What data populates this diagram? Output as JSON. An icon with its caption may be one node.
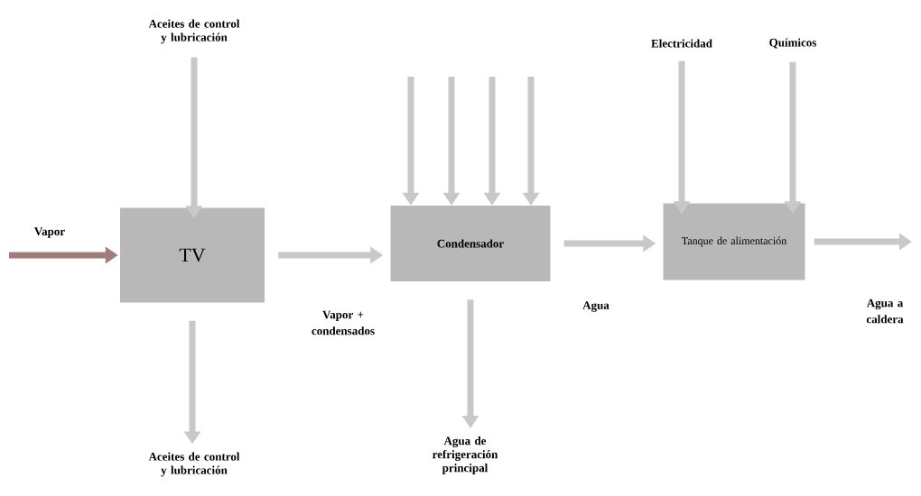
{
  "diagram": {
    "nodes": [
      {
        "text": [
          "TV"
        ]
      },
      {
        "text": [
          "Condensador"
        ]
      },
      {
        "text": [
          "Tanque de alimentación"
        ]
      },
      {
        "text": [
          "Aceites de control y lubricación"
        ]
      },
      {
        "text": [
          "Aceites de control y lubricación"
        ]
      },
      {
        "text": [
          "Agua de refrigeración principal"
        ]
      },
      {
        "text": [
          "Electricidad"
        ]
      },
      {
        "text": [
          "Químicos"
        ]
      }
    ],
    "edges": [
      {
        "from": null,
        "to": 0,
        "arrow": "to",
        "label": "Vapor",
        "color": "#a07c7c"
      },
      {
        "from": 3,
        "to": 0,
        "arrow": "to"
      },
      {
        "from": 0,
        "to": 4,
        "arrow": "to"
      },
      {
        "from": 0,
        "to": 1,
        "arrow": "to",
        "label": "Vapor + condensados"
      },
      {
        "from": null,
        "to": 1,
        "arrow": "to"
      },
      {
        "from": null,
        "to": 1,
        "arrow": "to"
      },
      {
        "from": null,
        "to": 1,
        "arrow": "to"
      },
      {
        "from": null,
        "to": 1,
        "arrow": "to"
      },
      {
        "from": 1,
        "to": 5,
        "arrow": "to"
      },
      {
        "from": 1,
        "to": 2,
        "arrow": "to",
        "label": "Agua"
      },
      {
        "from": 6,
        "to": 2,
        "arrow": "to"
      },
      {
        "from": 7,
        "to": 2,
        "arrow": "to"
      },
      {
        "from": 2,
        "to": null,
        "arrow": "to",
        "label": "Agua a caldera"
      }
    ]
  }
}
